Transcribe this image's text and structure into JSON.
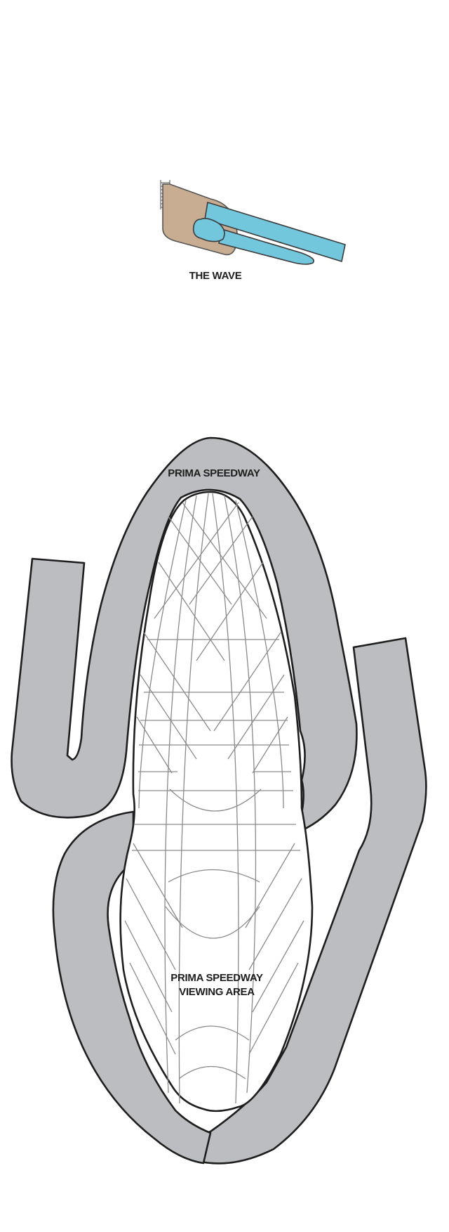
{
  "map": {
    "areas": [
      {
        "id": "the-wave",
        "label": "THE WAVE"
      },
      {
        "id": "prima-speedway",
        "label": "PRIMA SPEEDWAY"
      },
      {
        "id": "prima-speedway-viewing-area",
        "label_lines": [
          "PRIMA SPEEDWAY",
          "VIEWING AREA"
        ]
      }
    ]
  },
  "colors": {
    "background": "#ffffff",
    "track": "#bcbdc0",
    "outline": "#1e1e1e",
    "pool": "#72c7dd",
    "deck": "#c9ad93",
    "lattice": "#8a8a8a"
  }
}
